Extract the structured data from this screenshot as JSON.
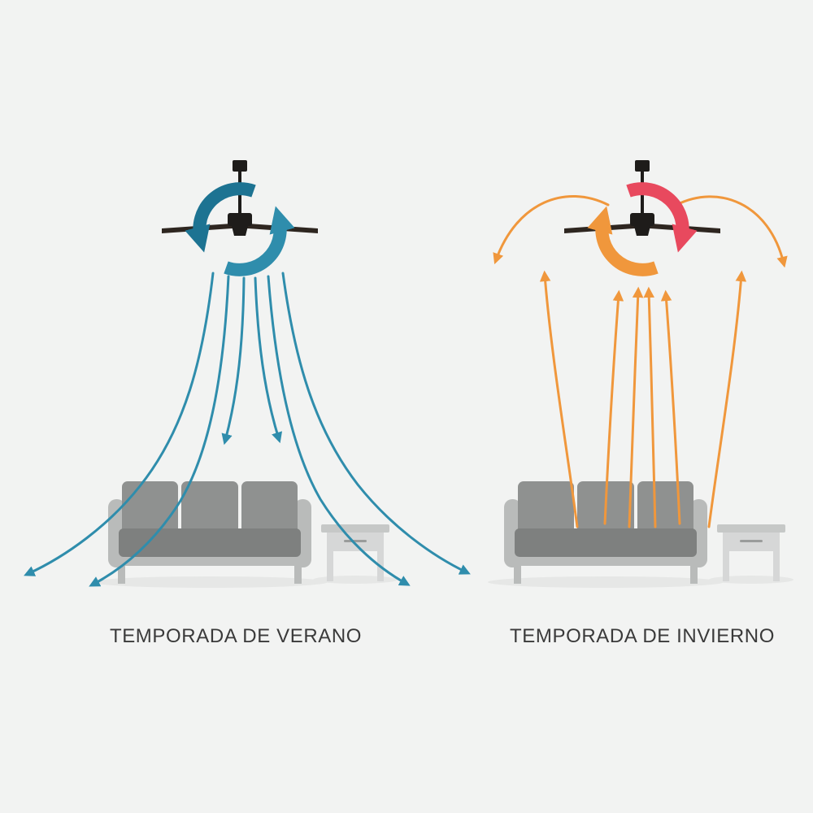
{
  "colors": {
    "bg": "#f2f3f2",
    "text": "#3a3a3a",
    "teal": "#2f8dac",
    "teal-dark": "#1d7392",
    "orange": "#f0973c",
    "red": "#e8495e",
    "sofa": "#8f9190",
    "sofa-seat": "#7e807f",
    "frame": "#b9bbba",
    "table": "#d6d7d7",
    "table-edge": "#c6c8c7",
    "handle": "#9a9c9b",
    "fan": "#1e1c1a",
    "blade": "#2e2620",
    "shadow": "#e6e7e6"
  },
  "panels": [
    {
      "id": "summer",
      "label": "TEMPORADA DE VERANO",
      "airflow_direction": "downward",
      "airflow_arrow_color": "#2f8dac",
      "rotation_ring_colors": [
        "#1d7392",
        "#2f8dac"
      ]
    },
    {
      "id": "winter",
      "label": "TEMPORADA DE INVIERNO",
      "airflow_direction": "upward",
      "airflow_arrow_color": "#f0973c",
      "rotation_ring_colors": [
        "#e8495e",
        "#f0973c"
      ]
    }
  ]
}
